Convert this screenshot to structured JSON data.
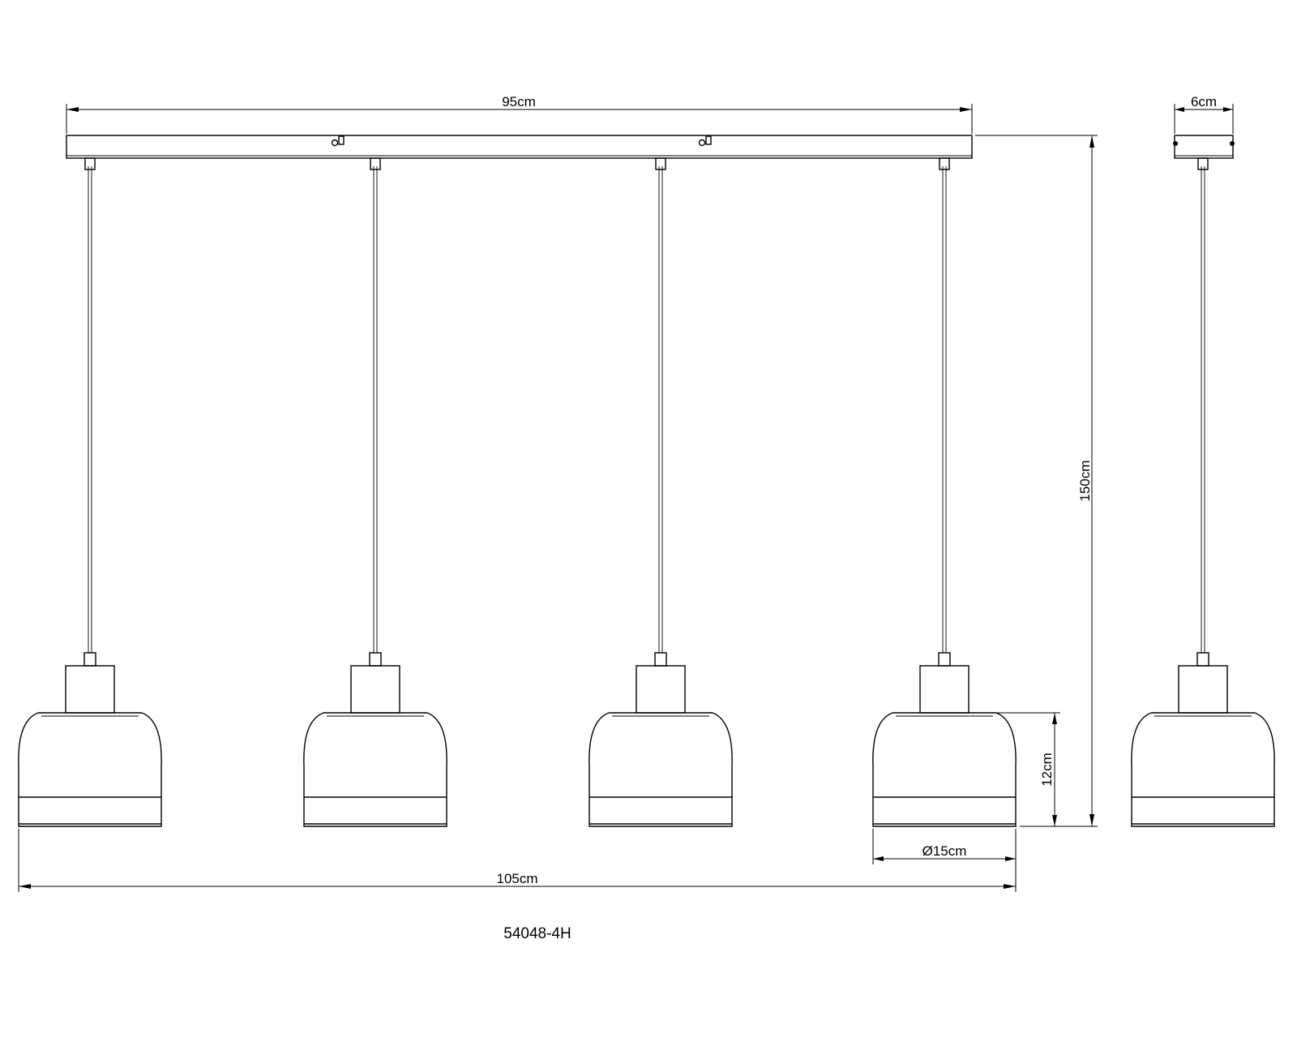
{
  "drawing": {
    "canopy_width_label": "95cm",
    "total_width_label": "105cm",
    "height_label": "150cm",
    "canopy_depth_label": "6cm",
    "shade_height_label": "12cm",
    "shade_diameter_label": "Ø15cm",
    "model_code": "54048-4H",
    "pendant_count": 4
  }
}
